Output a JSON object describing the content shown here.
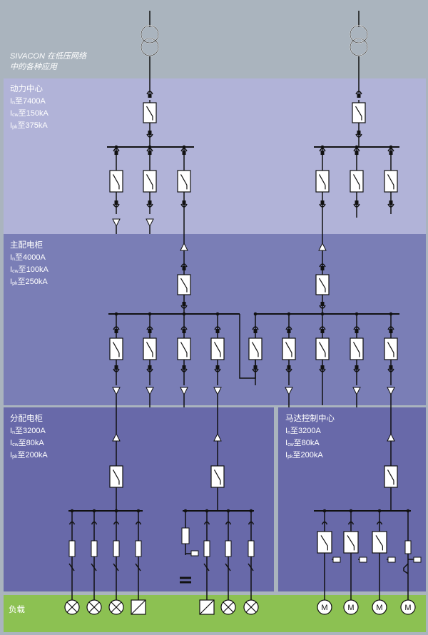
{
  "intro": {
    "line1": "SIVACON 在低压网络",
    "line2": "中的各种应用"
  },
  "sections": {
    "power_center": {
      "title": "动力中心",
      "rating_in": {
        "sym": "I",
        "sub": "n",
        "text": "至7400A"
      },
      "rating_icw": {
        "sym": "I",
        "sub": "cw",
        "text": "至150kA"
      },
      "rating_ipk": {
        "sym": "I",
        "sub": "pk",
        "text": "至375kA"
      }
    },
    "main_distribution": {
      "title": "主配电柜",
      "rating_in": {
        "sym": "I",
        "sub": "n",
        "text": "至4000A"
      },
      "rating_icw": {
        "sym": "I",
        "sub": "cw",
        "text": "至100kA"
      },
      "rating_ipk": {
        "sym": "I",
        "sub": "pk",
        "text": "至250kA"
      }
    },
    "sub_distribution": {
      "title": "分配电柜",
      "rating_in": {
        "sym": "I",
        "sub": "n",
        "text": "至3200A"
      },
      "rating_icw": {
        "sym": "I",
        "sub": "cw",
        "text": "至80kA"
      },
      "rating_ipk": {
        "sym": "I",
        "sub": "pk",
        "text": "至200kA"
      }
    },
    "motor_control_center": {
      "title": "马达控制中心",
      "rating_in": {
        "sym": "I",
        "sub": "n",
        "text": "至3200A"
      },
      "rating_icw": {
        "sym": "I",
        "sub": "cw",
        "text": "至80kA"
      },
      "rating_ipk": {
        "sym": "I",
        "sub": "pk",
        "text": "至200kA"
      }
    }
  },
  "loads": {
    "title": "负载",
    "motor_symbol": "M"
  },
  "colors": {
    "background": "#aab4be",
    "power_center": "#b1b3d8",
    "main_distribution": "#7a7eb6",
    "sub_distribution": "#6869a9",
    "loads": "#8cc152",
    "wire": "#111111"
  }
}
